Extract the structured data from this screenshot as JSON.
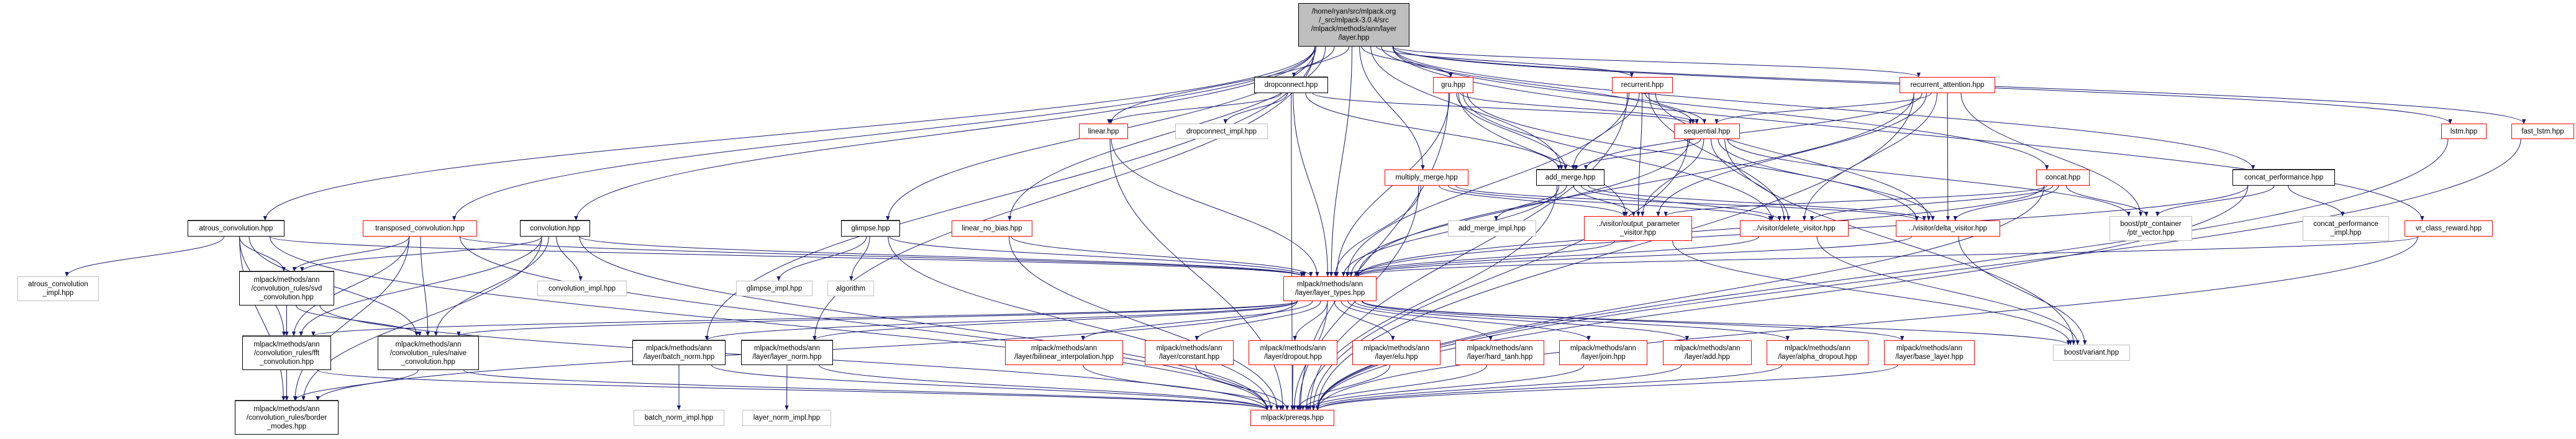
{
  "colors": {
    "edge": "#191970",
    "link_border": "#ff0000",
    "doc_border": "#000000",
    "external_border": "#bfbfbf",
    "root_fill": "#bfbfbf"
  },
  "nodes": [
    {
      "id": "root",
      "label": "/home/ryan/src/mlpack.org\n/_src/mlpack-3.0.4/src\n/mlpack/methods/ann/layer\n/layer.hpp",
      "style": "root"
    },
    {
      "id": "dropconnect",
      "label": "dropconnect.hpp",
      "style": "black"
    },
    {
      "id": "gru",
      "label": "gru.hpp",
      "style": "red"
    },
    {
      "id": "recurrent",
      "label": "recurrent.hpp",
      "style": "red"
    },
    {
      "id": "recurrent_attention",
      "label": "recurrent_attention.hpp",
      "style": "red"
    },
    {
      "id": "linear",
      "label": "linear.hpp",
      "style": "red"
    },
    {
      "id": "dropconnect_impl",
      "label": "dropconnect_impl.hpp",
      "style": "gray"
    },
    {
      "id": "sequential",
      "label": "sequential.hpp",
      "style": "red"
    },
    {
      "id": "lstm",
      "label": "lstm.hpp",
      "style": "red"
    },
    {
      "id": "fast_lstm",
      "label": "fast_lstm.hpp",
      "style": "red"
    },
    {
      "id": "multiply_merge",
      "label": "multiply_merge.hpp",
      "style": "red"
    },
    {
      "id": "add_merge",
      "label": "add_merge.hpp",
      "style": "black"
    },
    {
      "id": "concat",
      "label": "concat.hpp",
      "style": "red"
    },
    {
      "id": "concat_performance",
      "label": "concat_performance.hpp",
      "style": "black"
    },
    {
      "id": "atrous",
      "label": "atrous_convolution.hpp",
      "style": "black"
    },
    {
      "id": "transposed",
      "label": "transposed_convolution.hpp",
      "style": "red"
    },
    {
      "id": "convolution",
      "label": "convolution.hpp",
      "style": "black"
    },
    {
      "id": "glimpse",
      "label": "glimpse.hpp",
      "style": "black"
    },
    {
      "id": "linear_no_bias",
      "label": "linear_no_bias.hpp",
      "style": "red"
    },
    {
      "id": "add_merge_impl",
      "label": "add_merge_impl.hpp",
      "style": "gray"
    },
    {
      "id": "output_param",
      "label": "../visitor/output_parameter\n_visitor.hpp",
      "style": "red"
    },
    {
      "id": "delete_visitor",
      "label": "../visitor/delete_visitor.hpp",
      "style": "red"
    },
    {
      "id": "delta_visitor",
      "label": "../visitor/delta_visitor.hpp",
      "style": "red"
    },
    {
      "id": "ptr_vector",
      "label": "boost/ptr_container\n/ptr_vector.hpp",
      "style": "gray"
    },
    {
      "id": "concat_performance_impl",
      "label": "concat_performance\n_impl.hpp",
      "style": "gray"
    },
    {
      "id": "vr_class_reward",
      "label": "vr_class_reward.hpp",
      "style": "red"
    },
    {
      "id": "atrous_impl",
      "label": "atrous_convolution\n_impl.hpp",
      "style": "gray"
    },
    {
      "id": "svd",
      "label": "mlpack/methods/ann\n/convolution_rules/svd\n_convolution.hpp",
      "style": "black"
    },
    {
      "id": "convolution_impl",
      "label": "convolution_impl.hpp",
      "style": "gray"
    },
    {
      "id": "glimpse_impl",
      "label": "glimpse_impl.hpp",
      "style": "gray"
    },
    {
      "id": "algorithm",
      "label": "algorithm",
      "style": "gray"
    },
    {
      "id": "layer_types",
      "label": "mlpack/methods/ann\n/layer/layer_types.hpp",
      "style": "red"
    },
    {
      "id": "fft",
      "label": "mlpack/methods/ann\n/convolution_rules/fft\n_convolution.hpp",
      "style": "black"
    },
    {
      "id": "naive",
      "label": "mlpack/methods/ann\n/convolution_rules/naive\n_convolution.hpp",
      "style": "black"
    },
    {
      "id": "batch_norm",
      "label": "mlpack/methods/ann\n/layer/batch_norm.hpp",
      "style": "black"
    },
    {
      "id": "layer_norm",
      "label": "mlpack/methods/ann\n/layer/layer_norm.hpp",
      "style": "black"
    },
    {
      "id": "bilinear",
      "label": "mlpack/methods/ann\n/layer/bilinear_interpolation.hpp",
      "style": "red"
    },
    {
      "id": "constant",
      "label": "mlpack/methods/ann\n/layer/constant.hpp",
      "style": "red"
    },
    {
      "id": "dropout",
      "label": "mlpack/methods/ann\n/layer/dropout.hpp",
      "style": "red"
    },
    {
      "id": "elu",
      "label": "mlpack/methods/ann\n/layer/elu.hpp",
      "style": "red"
    },
    {
      "id": "hard_tanh",
      "label": "mlpack/methods/ann\n/layer/hard_tanh.hpp",
      "style": "red"
    },
    {
      "id": "join",
      "label": "mlpack/methods/ann\n/layer/join.hpp",
      "style": "red"
    },
    {
      "id": "add",
      "label": "mlpack/methods/ann\n/layer/add.hpp",
      "style": "red"
    },
    {
      "id": "alpha_dropout",
      "label": "mlpack/methods/ann\n/layer/alpha_dropout.hpp",
      "style": "red"
    },
    {
      "id": "base_layer",
      "label": "mlpack/methods/ann\n/layer/base_layer.hpp",
      "style": "red"
    },
    {
      "id": "variant",
      "label": "boost/variant.hpp",
      "style": "gray"
    },
    {
      "id": "border",
      "label": "mlpack/methods/ann\n/convolution_rules/border\n_modes.hpp",
      "style": "black"
    },
    {
      "id": "batch_norm_impl",
      "label": "batch_norm_impl.hpp",
      "style": "gray"
    },
    {
      "id": "layer_norm_impl",
      "label": "layer_norm_impl.hpp",
      "style": "gray"
    },
    {
      "id": "prereqs",
      "label": "mlpack/prereqs.hpp",
      "style": "red"
    }
  ],
  "edges": [
    [
      "root",
      "atrous"
    ],
    [
      "root",
      "transposed"
    ],
    [
      "root",
      "convolution"
    ],
    [
      "root",
      "glimpse"
    ],
    [
      "root",
      "batch_norm"
    ],
    [
      "root",
      "layer_norm"
    ],
    [
      "root",
      "linear_no_bias"
    ],
    [
      "root",
      "linear"
    ],
    [
      "root",
      "dropconnect"
    ],
    [
      "root",
      "multiply_merge"
    ],
    [
      "root",
      "layer_types"
    ],
    [
      "root",
      "gru"
    ],
    [
      "root",
      "add_merge"
    ],
    [
      "root",
      "recurrent"
    ],
    [
      "root",
      "sequential"
    ],
    [
      "root",
      "recurrent_attention"
    ],
    [
      "root",
      "concat"
    ],
    [
      "root",
      "concat_performance"
    ],
    [
      "root",
      "lstm"
    ],
    [
      "root",
      "fast_lstm"
    ],
    [
      "root",
      "vr_class_reward"
    ],
    [
      "atrous",
      "atrous_impl"
    ],
    [
      "atrous",
      "svd"
    ],
    [
      "atrous",
      "fft"
    ],
    [
      "atrous",
      "naive"
    ],
    [
      "atrous",
      "border"
    ],
    [
      "atrous",
      "layer_types"
    ],
    [
      "atrous",
      "prereqs"
    ],
    [
      "transposed",
      "svd"
    ],
    [
      "transposed",
      "fft"
    ],
    [
      "transposed",
      "naive"
    ],
    [
      "transposed",
      "border"
    ],
    [
      "transposed",
      "layer_types"
    ],
    [
      "transposed",
      "prereqs"
    ],
    [
      "convolution",
      "convolution_impl"
    ],
    [
      "convolution",
      "svd"
    ],
    [
      "convolution",
      "fft"
    ],
    [
      "convolution",
      "naive"
    ],
    [
      "convolution",
      "border"
    ],
    [
      "convolution",
      "layer_types"
    ],
    [
      "convolution",
      "prereqs"
    ],
    [
      "glimpse",
      "glimpse_impl"
    ],
    [
      "glimpse",
      "algorithm"
    ],
    [
      "glimpse",
      "layer_types"
    ],
    [
      "glimpse",
      "prereqs"
    ],
    [
      "svd",
      "fft"
    ],
    [
      "svd",
      "naive"
    ],
    [
      "svd",
      "border"
    ],
    [
      "svd",
      "prereqs"
    ],
    [
      "fft",
      "border"
    ],
    [
      "fft",
      "prereqs"
    ],
    [
      "naive",
      "border"
    ],
    [
      "naive",
      "prereqs"
    ],
    [
      "batch_norm",
      "batch_norm_impl"
    ],
    [
      "batch_norm",
      "prereqs"
    ],
    [
      "layer_norm",
      "layer_norm_impl"
    ],
    [
      "layer_norm",
      "prereqs"
    ],
    [
      "layer_types",
      "fft"
    ],
    [
      "layer_types",
      "naive"
    ],
    [
      "layer_types",
      "batch_norm"
    ],
    [
      "layer_types",
      "layer_norm"
    ],
    [
      "layer_types",
      "border"
    ],
    [
      "layer_types",
      "bilinear"
    ],
    [
      "layer_types",
      "constant"
    ],
    [
      "layer_types",
      "dropout"
    ],
    [
      "layer_types",
      "elu"
    ],
    [
      "layer_types",
      "hard_tanh"
    ],
    [
      "layer_types",
      "join"
    ],
    [
      "layer_types",
      "add"
    ],
    [
      "layer_types",
      "alpha_dropout"
    ],
    [
      "layer_types",
      "base_layer"
    ],
    [
      "layer_types",
      "variant"
    ],
    [
      "layer_types",
      "prereqs"
    ],
    [
      "bilinear",
      "prereqs"
    ],
    [
      "constant",
      "prereqs"
    ],
    [
      "dropout",
      "prereqs"
    ],
    [
      "elu",
      "prereqs"
    ],
    [
      "hard_tanh",
      "prereqs"
    ],
    [
      "join",
      "prereqs"
    ],
    [
      "add",
      "prereqs"
    ],
    [
      "alpha_dropout",
      "prereqs"
    ],
    [
      "base_layer",
      "prereqs"
    ],
    [
      "dropconnect",
      "linear"
    ],
    [
      "dropconnect",
      "dropconnect_impl"
    ],
    [
      "dropconnect",
      "layer_types"
    ],
    [
      "dropconnect",
      "prereqs"
    ],
    [
      "dropconnect",
      "sequential"
    ],
    [
      "dropconnect",
      "add_merge"
    ],
    [
      "linear",
      "layer_types"
    ],
    [
      "linear",
      "prereqs"
    ],
    [
      "linear_no_bias",
      "layer_types"
    ],
    [
      "linear_no_bias",
      "prereqs"
    ],
    [
      "gru",
      "layer_types"
    ],
    [
      "gru",
      "sequential"
    ],
    [
      "gru",
      "add_merge"
    ],
    [
      "gru",
      "output_param"
    ],
    [
      "gru",
      "delete_visitor"
    ],
    [
      "gru",
      "delta_visitor"
    ],
    [
      "gru",
      "prereqs"
    ],
    [
      "recurrent",
      "sequential"
    ],
    [
      "recurrent",
      "add_merge"
    ],
    [
      "recurrent",
      "output_param"
    ],
    [
      "recurrent",
      "delete_visitor"
    ],
    [
      "recurrent",
      "delta_visitor"
    ],
    [
      "recurrent",
      "layer_types"
    ],
    [
      "recurrent",
      "prereqs"
    ],
    [
      "sequential",
      "add_merge"
    ],
    [
      "sequential",
      "output_param"
    ],
    [
      "sequential",
      "delete_visitor"
    ],
    [
      "sequential",
      "delta_visitor"
    ],
    [
      "sequential",
      "layer_types"
    ],
    [
      "sequential",
      "ptr_vector"
    ],
    [
      "sequential",
      "variant"
    ],
    [
      "sequential",
      "prereqs"
    ],
    [
      "multiply_merge",
      "output_param"
    ],
    [
      "multiply_merge",
      "delete_visitor"
    ],
    [
      "multiply_merge",
      "delta_visitor"
    ],
    [
      "multiply_merge",
      "layer_types"
    ],
    [
      "multiply_merge",
      "prereqs"
    ],
    [
      "add_merge",
      "add_merge_impl"
    ],
    [
      "add_merge",
      "output_param"
    ],
    [
      "add_merge",
      "delete_visitor"
    ],
    [
      "add_merge",
      "delta_visitor"
    ],
    [
      "add_merge",
      "layer_types"
    ],
    [
      "add_merge",
      "prereqs"
    ],
    [
      "output_param",
      "layer_types"
    ],
    [
      "output_param",
      "variant"
    ],
    [
      "delete_visitor",
      "layer_types"
    ],
    [
      "delete_visitor",
      "variant"
    ],
    [
      "delta_visitor",
      "layer_types"
    ],
    [
      "delta_visitor",
      "variant"
    ],
    [
      "recurrent_attention",
      "sequential"
    ],
    [
      "recurrent_attention",
      "add_merge"
    ],
    [
      "recurrent_attention",
      "output_param"
    ],
    [
      "recurrent_attention",
      "delete_visitor"
    ],
    [
      "recurrent_attention",
      "delta_visitor"
    ],
    [
      "recurrent_attention",
      "ptr_vector"
    ],
    [
      "recurrent_attention",
      "layer_types"
    ],
    [
      "recurrent_attention",
      "prereqs"
    ],
    [
      "concat",
      "output_param"
    ],
    [
      "concat",
      "delete_visitor"
    ],
    [
      "concat",
      "delta_visitor"
    ],
    [
      "concat",
      "ptr_vector"
    ],
    [
      "concat",
      "layer_types"
    ],
    [
      "concat",
      "prereqs"
    ],
    [
      "concat_performance",
      "ptr_vector"
    ],
    [
      "concat_performance",
      "concat_performance_impl"
    ],
    [
      "concat_performance",
      "layer_types"
    ],
    [
      "concat_performance",
      "prereqs"
    ],
    [
      "vr_class_reward",
      "layer_types"
    ],
    [
      "vr_class_reward",
      "prereqs"
    ],
    [
      "lstm",
      "prereqs"
    ],
    [
      "fast_lstm",
      "prereqs"
    ]
  ]
}
